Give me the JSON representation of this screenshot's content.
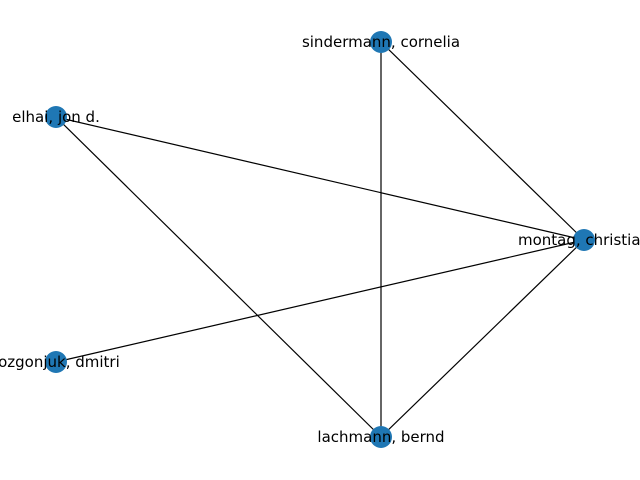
{
  "graph": {
    "node_color": "#1f77b4",
    "edge_color": "#000000",
    "label_color": "#000000",
    "nodes": [
      {
        "id": "sindermann",
        "label": "sindermann, cornelia"
      },
      {
        "id": "elhai",
        "label": "elhai, jon d."
      },
      {
        "id": "montag",
        "label": "montag, christian"
      },
      {
        "id": "rozgonjuk",
        "label": "rozgonjuk, dmitri"
      },
      {
        "id": "lachmann",
        "label": "lachmann, bernd"
      }
    ],
    "edges": [
      {
        "source": "sindermann",
        "target": "montag"
      },
      {
        "source": "sindermann",
        "target": "lachmann"
      },
      {
        "source": "elhai",
        "target": "montag"
      },
      {
        "source": "elhai",
        "target": "lachmann"
      },
      {
        "source": "montag",
        "target": "rozgonjuk"
      },
      {
        "source": "montag",
        "target": "lachmann"
      }
    ]
  }
}
